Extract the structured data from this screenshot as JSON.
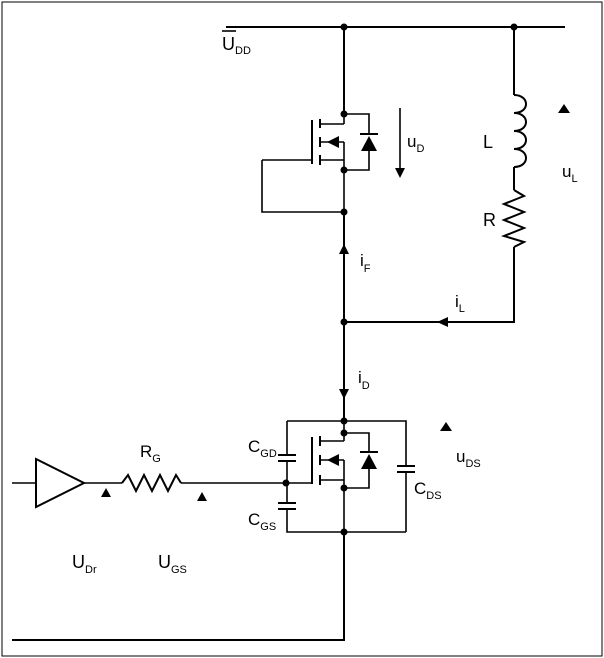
{
  "labels": {
    "udd": {
      "main": "U",
      "sub": "DD"
    },
    "ud": {
      "main": "u",
      "sub": "D"
    },
    "L": {
      "main": "L"
    },
    "ul": {
      "main": "u",
      "sub": "L"
    },
    "R": {
      "main": "R"
    },
    "if": {
      "main": "i",
      "sub": "F"
    },
    "il": {
      "main": "i",
      "sub": "L"
    },
    "id": {
      "main": "i",
      "sub": "D"
    },
    "rg": {
      "main": "R",
      "sub": "G"
    },
    "cgd": {
      "main": "C",
      "sub": "GD"
    },
    "cgs": {
      "main": "C",
      "sub": "GS"
    },
    "cds": {
      "main": "C",
      "sub": "DS"
    },
    "uds": {
      "main": "u",
      "sub": "DS"
    },
    "udr": {
      "main": "U",
      "sub": "Dr"
    },
    "ugs": {
      "main": "U",
      "sub": "GS"
    }
  },
  "colors": {
    "line": "#000000",
    "background": "#ffffff"
  }
}
